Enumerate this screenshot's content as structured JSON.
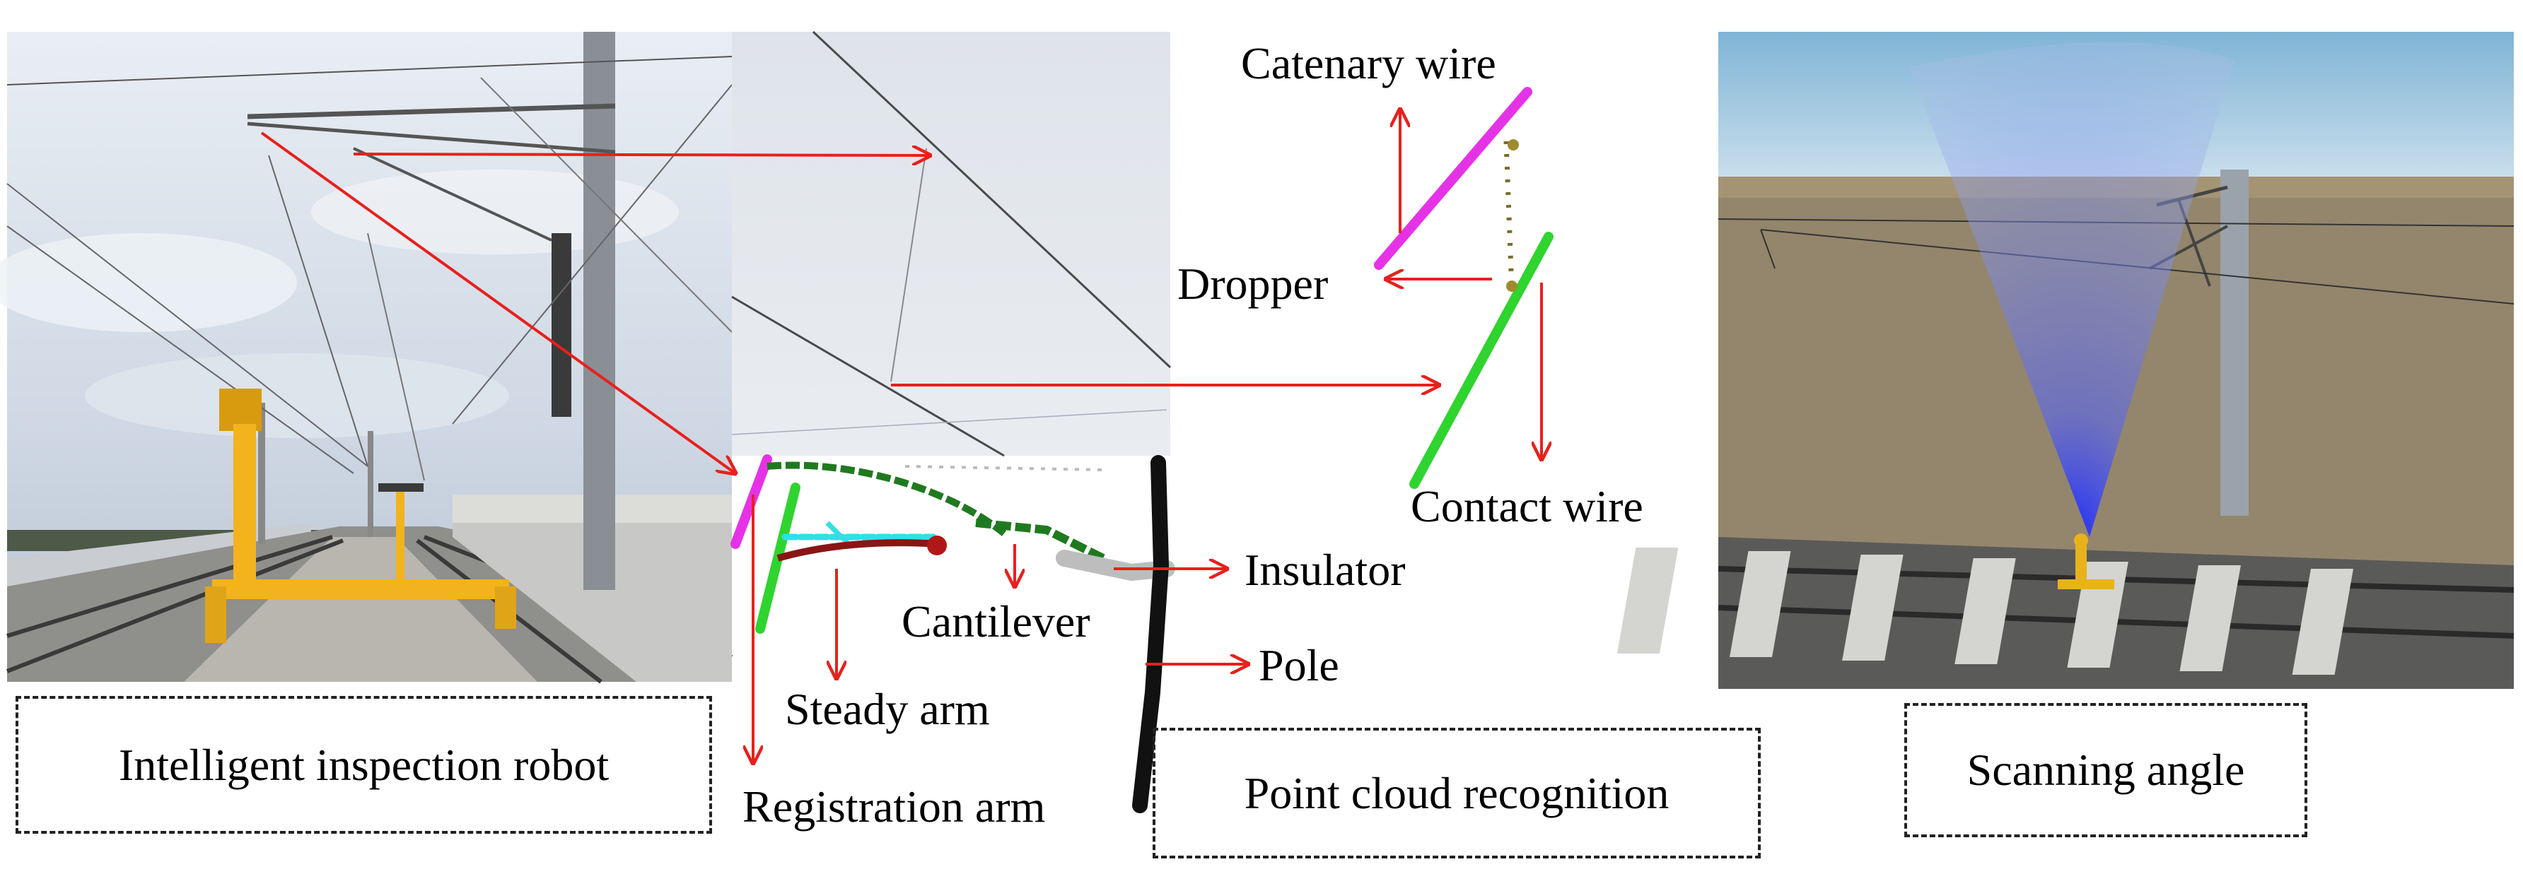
{
  "colors": {
    "arrow": "#e8201c",
    "catenary": "#e632e6",
    "contact": "#2fd42f",
    "dropper": "#7a6a2a",
    "cantilever": "#1f7a1f",
    "steady_arm": "#2ee0e6",
    "registration": "#8a1515",
    "pole": "#111111",
    "sky": "#d8e0ea",
    "ground": "#8a7a62",
    "robot": "#f2b31c",
    "scan": "#2a3cff"
  },
  "labels": {
    "catenary_wire": "Catenary wire",
    "dropper": "Dropper",
    "contact_wire": "Contact wire",
    "insulator": "Insulator",
    "cantilever": "Cantilever",
    "pole": "Pole",
    "steady_arm": "Steady arm",
    "registration_arm": "Registration arm"
  },
  "captions": {
    "robot": "Intelligent inspection robot",
    "recognition": "Point cloud recognition",
    "scanning": "Scanning angle"
  },
  "icons": [
    "arrow-icon"
  ]
}
